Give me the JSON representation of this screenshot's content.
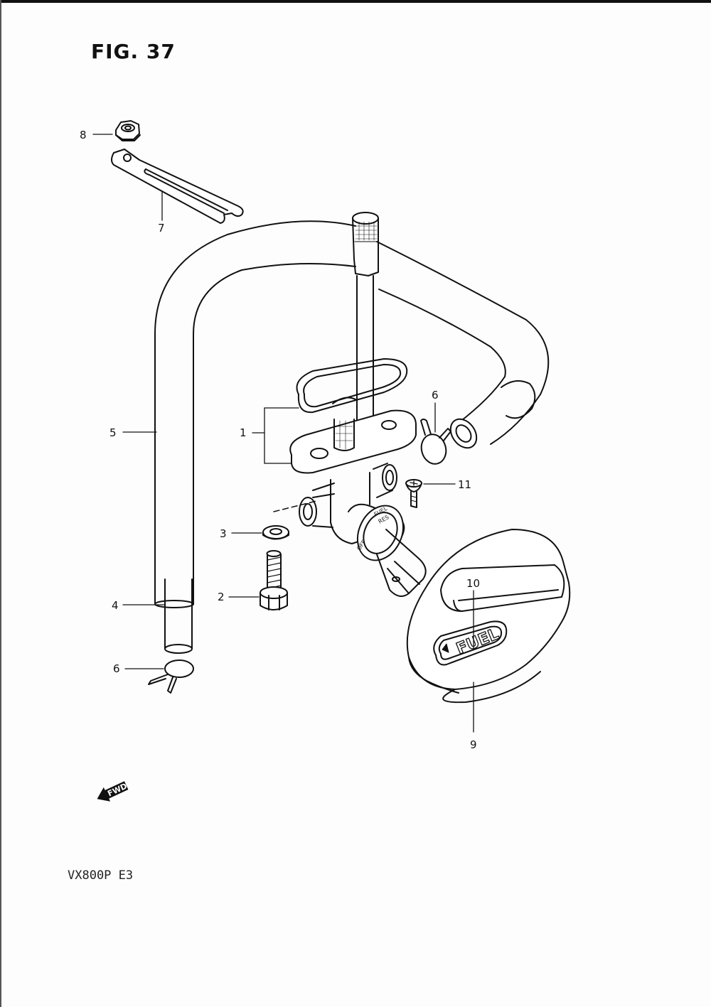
{
  "figure": {
    "title": "FIG. 37",
    "model_code": "VX800P  E3",
    "fwd_marker": "FWD"
  },
  "callouts": [
    {
      "id": "c1",
      "number": "1"
    },
    {
      "id": "c2",
      "number": "2"
    },
    {
      "id": "c3",
      "number": "3"
    },
    {
      "id": "c4",
      "number": "4"
    },
    {
      "id": "c5",
      "number": "5"
    },
    {
      "id": "c6a",
      "number": "6"
    },
    {
      "id": "c6b",
      "number": "6"
    },
    {
      "id": "c7",
      "number": "7"
    },
    {
      "id": "c8",
      "number": "8"
    },
    {
      "id": "c9",
      "number": "9"
    },
    {
      "id": "c10",
      "number": "10"
    },
    {
      "id": "c11",
      "number": "11"
    }
  ],
  "part_markings": {
    "cap_label": "FUEL",
    "valve_fuel": "FUEL",
    "valve_res": "RES",
    "valve_off": "OFF"
  },
  "icons": {
    "fwd": "fwd-arrow-icon"
  }
}
